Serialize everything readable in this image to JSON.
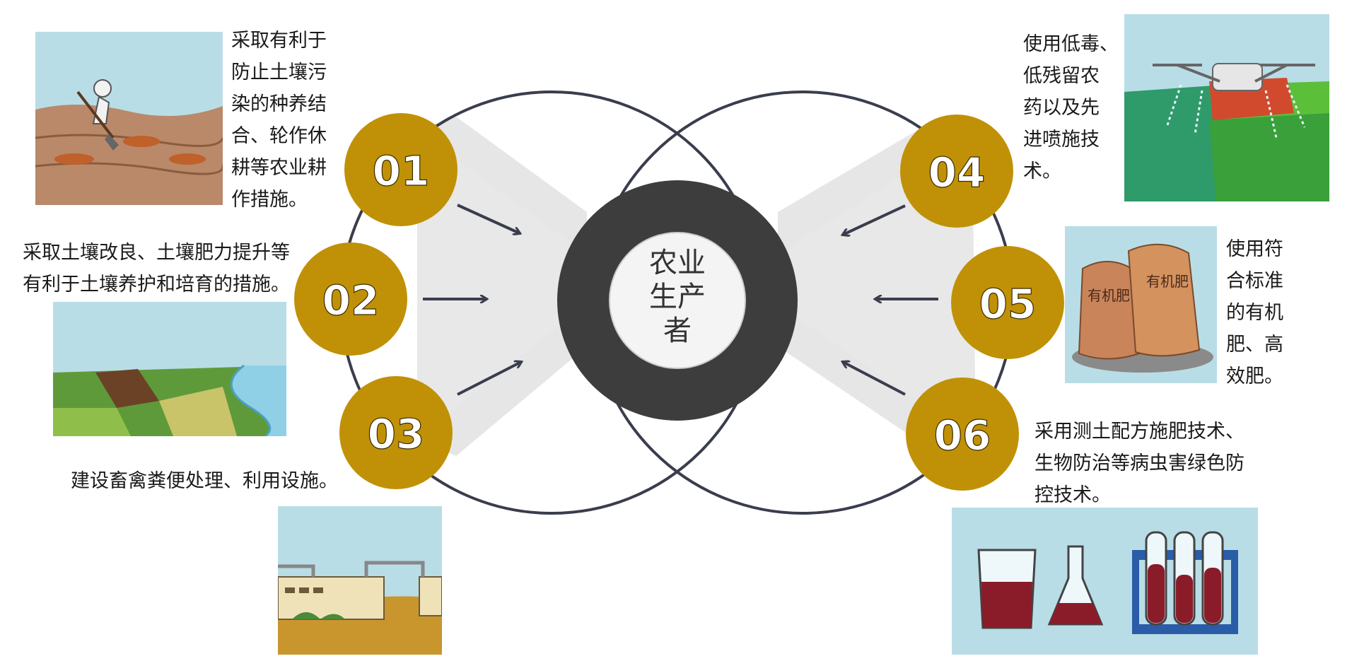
{
  "center": {
    "lines": [
      "农业",
      "生产",
      "者"
    ]
  },
  "items": [
    {
      "num": "01",
      "text_lines": [
        "采取有利于",
        "防止土壤污",
        "染的种养结",
        "合、轮作休",
        "耕等农业耕",
        "作措施。"
      ],
      "picture": "farmer-digging-soil"
    },
    {
      "num": "02",
      "text_lines": [
        "采取土壤改良、土壤肥力提升等",
        "有利于土壤养护和培育的措施。"
      ],
      "picture": "fields-and-river"
    },
    {
      "num": "03",
      "text_lines": [
        "建设畜禽粪便处理、利用设施。"
      ],
      "picture": "manure-treatment-facility"
    },
    {
      "num": "04",
      "text_lines": [
        "使用低毒、",
        "低残留农",
        "药以及先",
        "进喷施技",
        "术。"
      ],
      "picture": "drone-spraying-crops"
    },
    {
      "num": "05",
      "text_lines": [
        "使用符",
        "合标准",
        "的有机",
        "肥、高",
        "效肥。"
      ],
      "picture": "organic-fertilizer-bags",
      "bag_labels": [
        "有机肥",
        "有机肥"
      ]
    },
    {
      "num": "06",
      "text_lines": [
        "采用测土配方施肥技术、",
        "生物防治等病虫害绿色防",
        "控技术。"
      ],
      "picture": "lab-glassware"
    }
  ],
  "colors": {
    "badge": "#C09107",
    "ring": "#3d3d3d",
    "outline": "#3a3d4d",
    "beam": "#e6e6e6",
    "arrow": "#3a3d4d",
    "sky": "#b9dde6"
  }
}
